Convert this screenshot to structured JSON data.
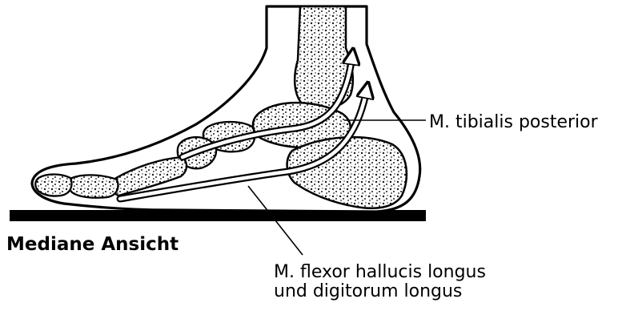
{
  "labels": {
    "tibialis_posterior": "M. tibialis posterior",
    "flexor_line1": "M. flexor hallucis longus",
    "flexor_line2": "und digitorum longus",
    "view_title": "Mediane Ansicht"
  },
  "colors": {
    "ink": "#000000",
    "background": "#ffffff",
    "bone_speckle": "#1a1a1a"
  }
}
